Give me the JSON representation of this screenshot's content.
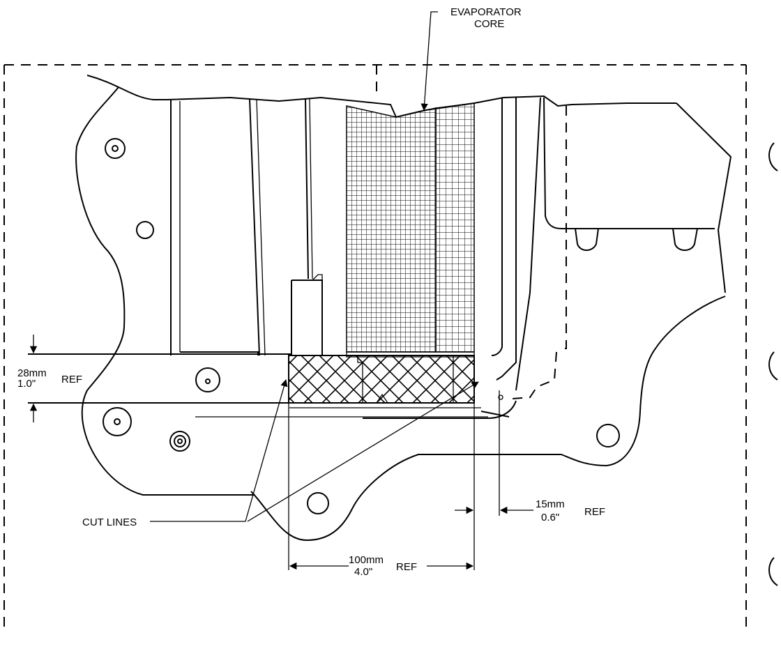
{
  "labels": {
    "evaporator_line1": "EVAPORATOR",
    "evaporator_line2": "CORE",
    "dim28_mm": "28mm",
    "dim28_in": "1.0\"",
    "dim28_ref": "REF",
    "cut_lines": "CUT LINES",
    "dim15_mm": "15mm",
    "dim15_in": "0.6\"",
    "dim15_ref": "REF",
    "dim100_mm": "100mm",
    "dim100_in": "4.0\"",
    "dim100_ref": "REF"
  }
}
